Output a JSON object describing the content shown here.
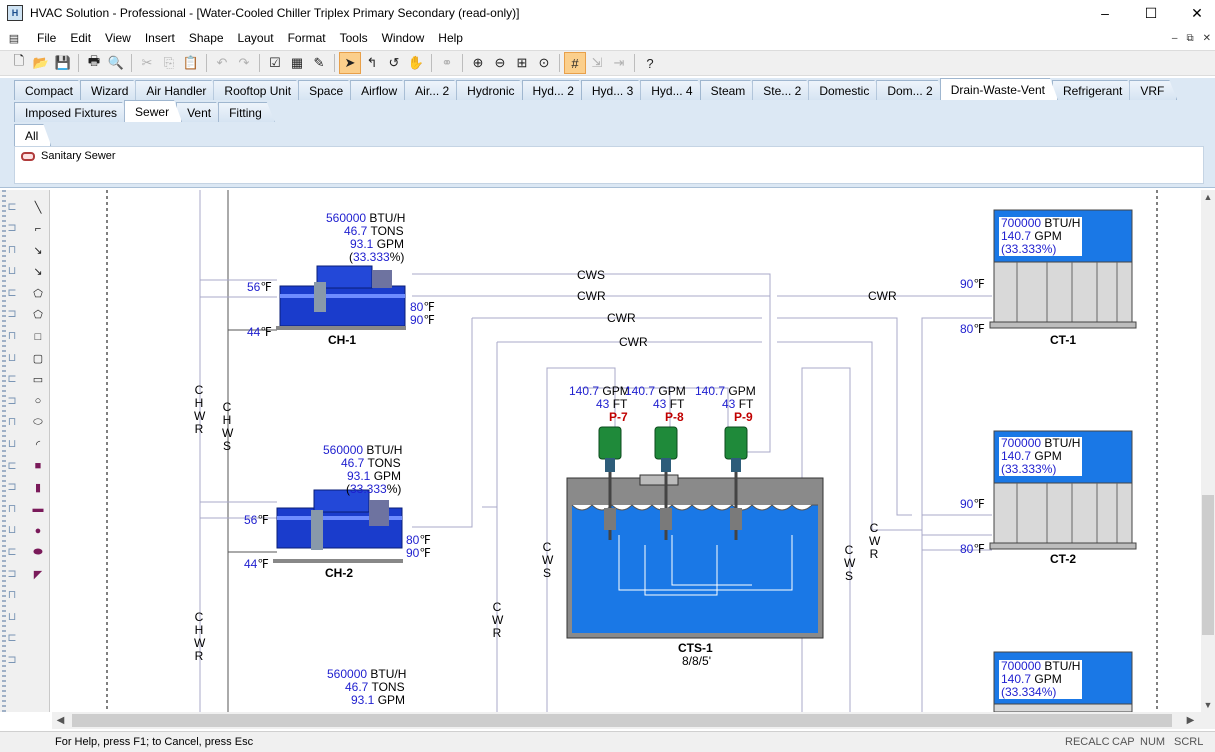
{
  "window": {
    "title": "HVAC Solution - Professional - [Water-Cooled Chiller Triplex Primary Secondary (read-only)]",
    "minimize_glyph": "–",
    "maximize_glyph": "☐",
    "close_glyph": "✕"
  },
  "menu": {
    "items": [
      "File",
      "Edit",
      "View",
      "Insert",
      "Shape",
      "Layout",
      "Format",
      "Tools",
      "Window",
      "Help"
    ],
    "mdi_minimize": "‒",
    "mdi_restore": "⧉",
    "mdi_close": "✕"
  },
  "library": {
    "category_tabs": [
      "Compact",
      "Wizard",
      "Air Handler",
      "Rooftop Unit",
      "Space",
      "Airflow",
      "Air... 2",
      "Hydronic",
      "Hyd... 2",
      "Hyd... 3",
      "Hyd... 4",
      "Steam",
      "Ste... 2",
      "Domestic",
      "Dom... 2",
      "Drain-Waste-Vent",
      "Refrigerant",
      "VRF"
    ],
    "active_category": "Drain-Waste-Vent",
    "sub_tabs": [
      "Imposed Fixtures",
      "Sewer",
      "Vent",
      "Fitting"
    ],
    "active_sub_tab": "Sewer",
    "filter_tab": "All",
    "shape_item": "Sanitary Sewer"
  },
  "diagram": {
    "chillers": [
      {
        "name": "CH-1",
        "btuh_value": "560000",
        "btuh_unit": "BTU/H",
        "tons_value": "46.7",
        "tons_unit": "TONS",
        "gpm_value": "93.1",
        "gpm_unit": "GPM",
        "pct_open": "(",
        "pct_value": "33.333",
        "pct_close": "%)",
        "left_top": "56",
        "left_bot": "44",
        "right_top": "80",
        "right_bot": "90"
      },
      {
        "name": "CH-2",
        "btuh_value": "560000",
        "btuh_unit": "BTU/H",
        "tons_value": "46.7",
        "tons_unit": "TONS",
        "gpm_value": "93.1",
        "gpm_unit": "GPM",
        "pct_open": "(",
        "pct_value": "33.333",
        "pct_close": "%)",
        "left_top": "56",
        "left_bot": "44",
        "right_top": "80",
        "right_bot": "90"
      },
      {
        "name": "",
        "btuh_value": "560000",
        "btuh_unit": "BTU/H",
        "tons_value": "46.7",
        "tons_unit": "TONS",
        "gpm_value": "93.1",
        "gpm_unit": "GPM"
      }
    ],
    "temp_unit": "℉",
    "towers": [
      {
        "name": "CT-1",
        "btuh_value": "700000",
        "btuh_unit": "BTU/H",
        "gpm_value": "140.7",
        "gpm_unit": "GPM",
        "pct": "(33.333%)",
        "in_temp": "90",
        "out_temp": "80"
      },
      {
        "name": "CT-2",
        "btuh_value": "700000",
        "btuh_unit": "BTU/H",
        "gpm_value": "140.7",
        "gpm_unit": "GPM",
        "pct": "(33.333%)",
        "in_temp": "90",
        "out_temp": "80"
      },
      {
        "name": "",
        "btuh_value": "700000",
        "btuh_unit": "BTU/H",
        "gpm_value": "140.7",
        "gpm_unit": "GPM",
        "pct": "(33.334%)"
      }
    ],
    "pumps": [
      {
        "name": "P-7",
        "gpm_value": "140.7",
        "gpm_unit": "GPM",
        "head_value": "43",
        "head_unit": "FT"
      },
      {
        "name": "P-8",
        "gpm_value": "140.7",
        "gpm_unit": "GPM",
        "head_value": "43",
        "head_unit": "FT"
      },
      {
        "name": "P-9",
        "gpm_value": "140.7",
        "gpm_unit": "GPM",
        "head_value": "43",
        "head_unit": "FT"
      }
    ],
    "tank": {
      "name": "CTS-1",
      "dims": "8/8/5'"
    },
    "pipe_labels": {
      "cws": "CWS",
      "cwr": "CWR",
      "chwr": "CHWR",
      "chws": "CHWS"
    }
  },
  "status": {
    "help": "For Help, press F1; to Cancel, press Esc",
    "indicators": [
      "RECALC",
      "CAP",
      "NUM",
      "SCRL"
    ]
  },
  "colors": {
    "equipment_blue": "#1a3ccc",
    "water_blue": "#1a78e6",
    "pump_green": "#1f8a3a",
    "label_blue": "#1f1fcf",
    "pipe_gray": "#a8a8c8",
    "panel_bg": "#dce8f4",
    "active_tool": "#fbcf8c"
  }
}
